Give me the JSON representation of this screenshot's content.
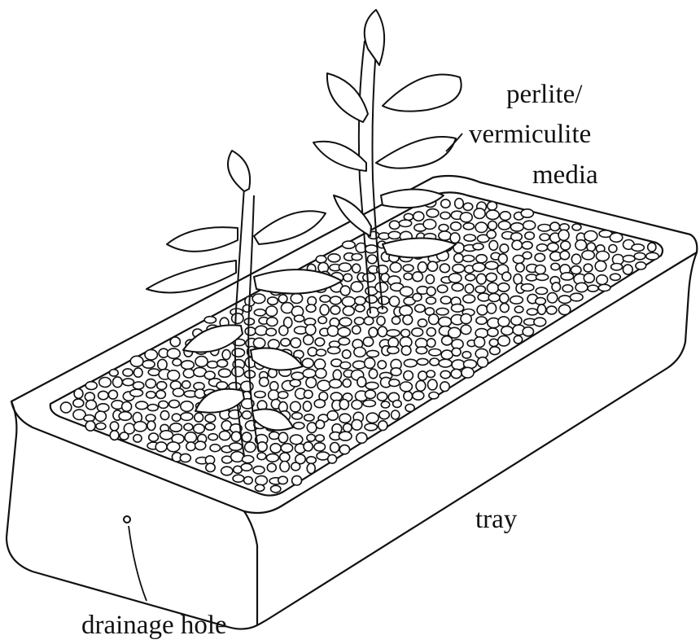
{
  "labels": {
    "media_line1": "perlite/",
    "media_line2": "vermiculite",
    "media_line3": "media",
    "tray": "tray",
    "drainage_hole": "drainage hole"
  },
  "icons": {
    "tray": "plant-tray-icon",
    "plants": "cutting-plant-icon",
    "media": "pebble-media-icon"
  }
}
